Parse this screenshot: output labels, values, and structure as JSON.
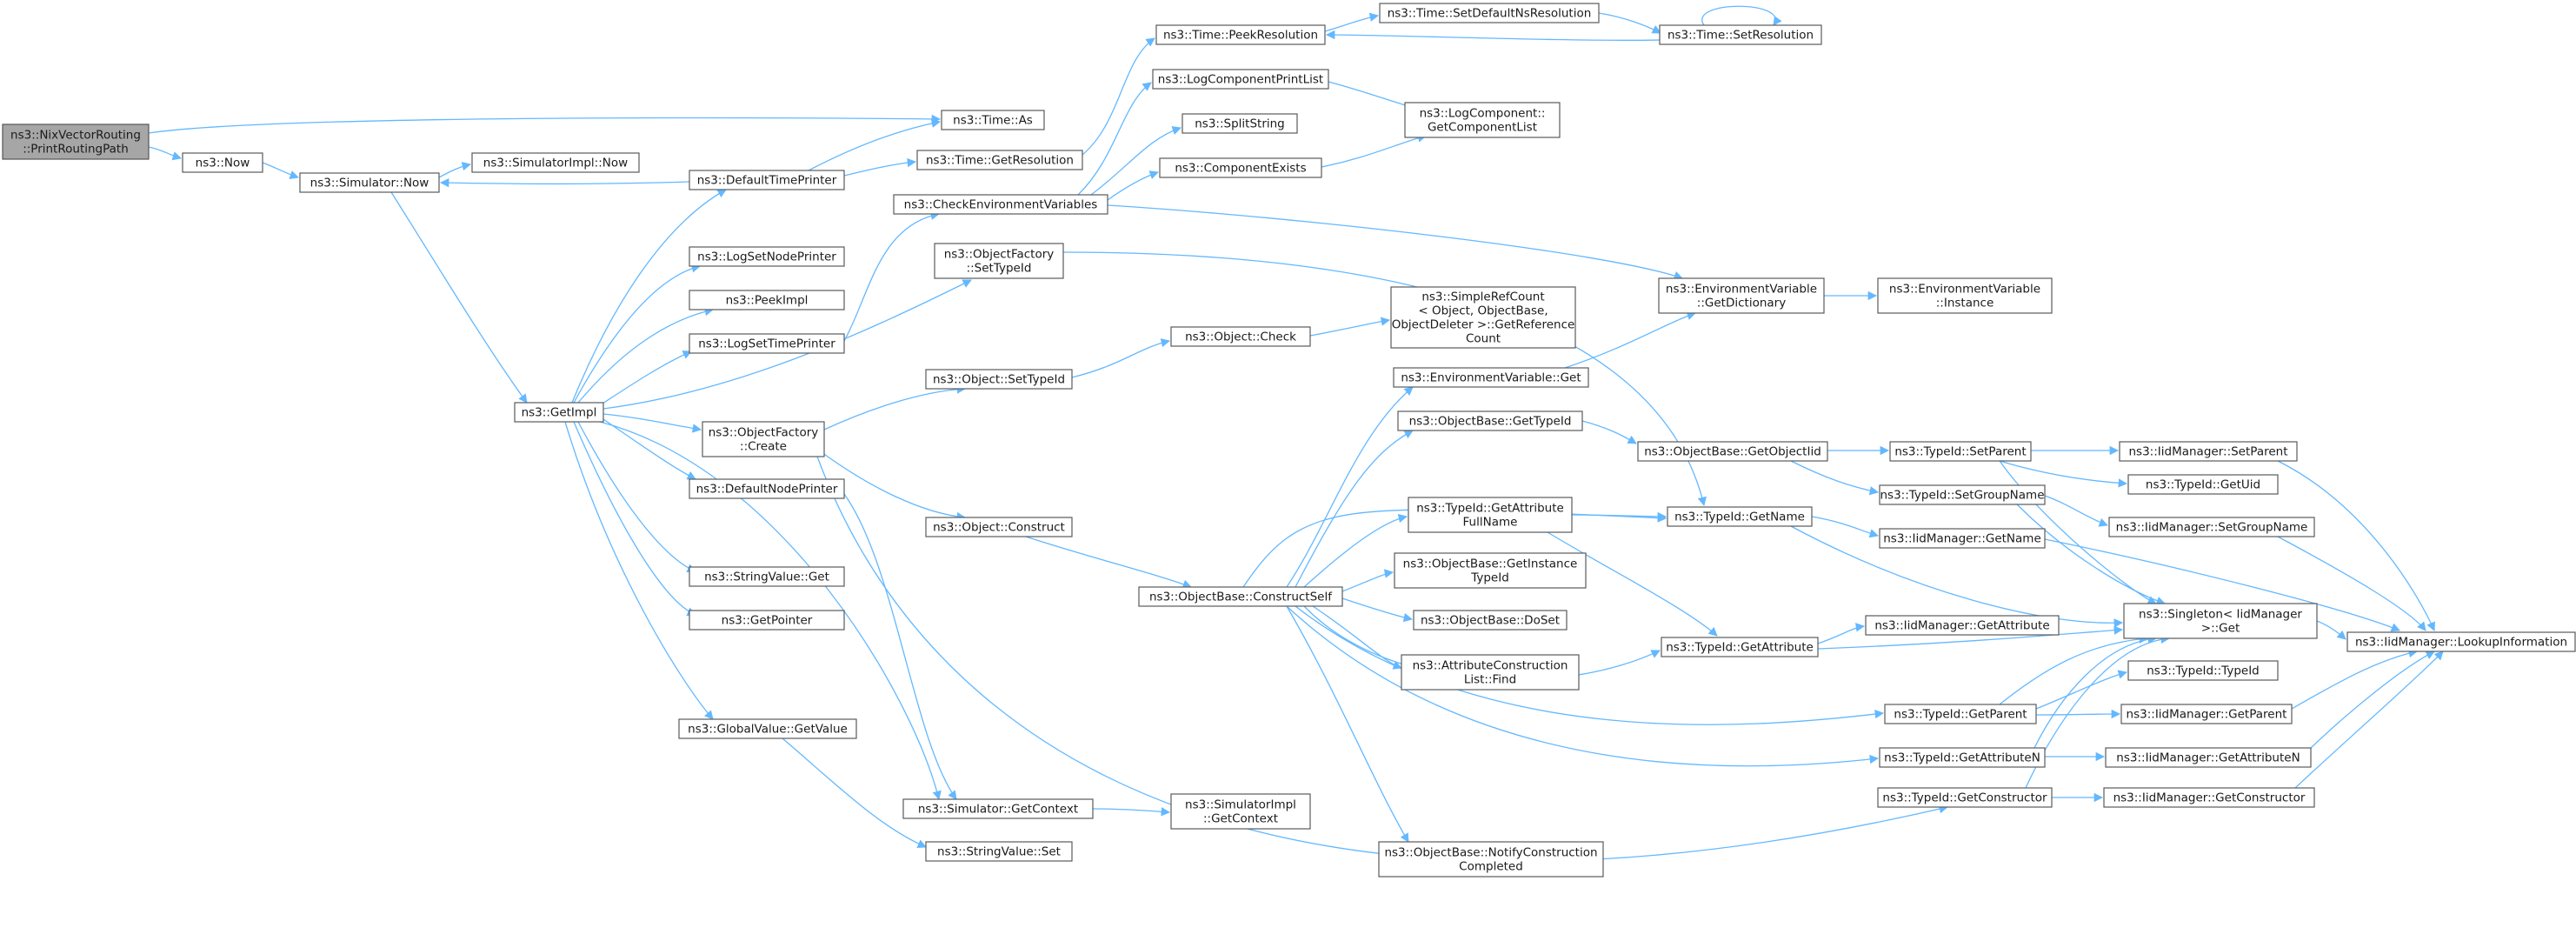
{
  "diagram": {
    "type": "call-graph",
    "colors": {
      "edge": "#63b8ff",
      "root_fill": "#a6a6a6",
      "node_fill": "#ffffff",
      "node_border": "#5a5a5a"
    },
    "nodes": [
      {
        "id": "root",
        "lines": [
          "ns3::NixVectorRouting",
          "::PrintRoutingPath"
        ],
        "root": true
      },
      {
        "id": "now",
        "lines": [
          "ns3::Now"
        ]
      },
      {
        "id": "simnow",
        "lines": [
          "ns3::Simulator::Now"
        ]
      },
      {
        "id": "simimplnow",
        "lines": [
          "ns3::SimulatorImpl::Now"
        ]
      },
      {
        "id": "getimpl",
        "lines": [
          "ns3::GetImpl"
        ]
      },
      {
        "id": "timeas",
        "lines": [
          "ns3::Time::As"
        ]
      },
      {
        "id": "deftimeprinter",
        "lines": [
          "ns3::DefaultTimePrinter"
        ]
      },
      {
        "id": "logsetnodeprinter",
        "lines": [
          "ns3::LogSetNodePrinter"
        ]
      },
      {
        "id": "peekimpl",
        "lines": [
          "ns3::PeekImpl"
        ]
      },
      {
        "id": "logsettimeprinter",
        "lines": [
          "ns3::LogSetTimePrinter"
        ]
      },
      {
        "id": "objfactorycreate",
        "lines": [
          "ns3::ObjectFactory",
          "::Create"
        ]
      },
      {
        "id": "defnodeprinter",
        "lines": [
          "ns3::DefaultNodePrinter"
        ]
      },
      {
        "id": "stringvalueget",
        "lines": [
          "ns3::StringValue::Get"
        ]
      },
      {
        "id": "getpointer",
        "lines": [
          "ns3::GetPointer"
        ]
      },
      {
        "id": "globalvalueget",
        "lines": [
          "ns3::GlobalValue::GetValue"
        ]
      },
      {
        "id": "timegetres",
        "lines": [
          "ns3::Time::GetResolution"
        ]
      },
      {
        "id": "checkenv",
        "lines": [
          "ns3::CheckEnvironmentVariables"
        ]
      },
      {
        "id": "objfactorysettypeid",
        "lines": [
          "ns3::ObjectFactory",
          "::SetTypeId"
        ]
      },
      {
        "id": "objsettypeid",
        "lines": [
          "ns3::Object::SetTypeId"
        ]
      },
      {
        "id": "objconstruct",
        "lines": [
          "ns3::Object::Construct"
        ]
      },
      {
        "id": "simgetcontext",
        "lines": [
          "ns3::Simulator::GetContext"
        ]
      },
      {
        "id": "stringvalueset",
        "lines": [
          "ns3::StringValue::Set"
        ]
      },
      {
        "id": "timepeekres",
        "lines": [
          "ns3::Time::PeekResolution"
        ]
      },
      {
        "id": "logcompprintlist",
        "lines": [
          "ns3::LogComponentPrintList"
        ]
      },
      {
        "id": "splitstring",
        "lines": [
          "ns3::SplitString"
        ]
      },
      {
        "id": "compexists",
        "lines": [
          "ns3::ComponentExists"
        ]
      },
      {
        "id": "objcheck",
        "lines": [
          "ns3::Object::Check"
        ]
      },
      {
        "id": "objbaseconstructself",
        "lines": [
          "ns3::ObjectBase::ConstructSelf"
        ]
      },
      {
        "id": "simimplgetcontext",
        "lines": [
          "ns3::SimulatorImpl",
          "::GetContext"
        ]
      },
      {
        "id": "timesetdefaultns",
        "lines": [
          "ns3::Time::SetDefaultNsResolution"
        ]
      },
      {
        "id": "logcompgetlist",
        "lines": [
          "ns3::LogComponent::",
          "GetComponentList"
        ]
      },
      {
        "id": "simplerefcount",
        "lines": [
          "ns3::SimpleRefCount",
          "< Object, ObjectBase,",
          "ObjectDeleter >::GetReference",
          "Count"
        ]
      },
      {
        "id": "envvarget",
        "lines": [
          "ns3::EnvironmentVariable::Get"
        ]
      },
      {
        "id": "objbasegettypeid",
        "lines": [
          "ns3::ObjectBase::GetTypeId"
        ]
      },
      {
        "id": "typeidgetattrfullname",
        "lines": [
          "ns3::TypeId::GetAttribute",
          "FullName"
        ]
      },
      {
        "id": "objbasegetinstancetypeid",
        "lines": [
          "ns3::ObjectBase::GetInstance",
          "TypeId"
        ]
      },
      {
        "id": "objbasedoset",
        "lines": [
          "ns3::ObjectBase::DoSet"
        ]
      },
      {
        "id": "attrconstructionlistfind",
        "lines": [
          "ns3::AttributeConstruction",
          "List::Find"
        ]
      },
      {
        "id": "objbasenotify",
        "lines": [
          "ns3::ObjectBase::NotifyConstruction",
          "Completed"
        ]
      },
      {
        "id": "timesetres",
        "lines": [
          "ns3::Time::SetResolution"
        ]
      },
      {
        "id": "envvargetdict",
        "lines": [
          "ns3::EnvironmentVariable",
          "::GetDictionary"
        ]
      },
      {
        "id": "objbasegetobjectiid",
        "lines": [
          "ns3::ObjectBase::GetObjectIid"
        ]
      },
      {
        "id": "typeidgetname",
        "lines": [
          "ns3::TypeId::GetName"
        ]
      },
      {
        "id": "typeidgetattribute",
        "lines": [
          "ns3::TypeId::GetAttribute"
        ]
      },
      {
        "id": "envvarinstance",
        "lines": [
          "ns3::EnvironmentVariable",
          "::Instance"
        ]
      },
      {
        "id": "typeidsetparent",
        "lines": [
          "ns3::TypeId::SetParent"
        ]
      },
      {
        "id": "typeidsetgroupname",
        "lines": [
          "ns3::TypeId::SetGroupName"
        ]
      },
      {
        "id": "iidmgrgetname",
        "lines": [
          "ns3::IidManager::GetName"
        ]
      },
      {
        "id": "iidmgrgetattribute",
        "lines": [
          "ns3::IidManager::GetAttribute"
        ]
      },
      {
        "id": "singletonget",
        "lines": [
          "ns3::Singleton< IidManager",
          ">::Get"
        ]
      },
      {
        "id": "typeidgetparent",
        "lines": [
          "ns3::TypeId::GetParent"
        ]
      },
      {
        "id": "typeidgetattributen",
        "lines": [
          "ns3::TypeId::GetAttributeN"
        ]
      },
      {
        "id": "typeidgetconstructor",
        "lines": [
          "ns3::TypeId::GetConstructor"
        ]
      },
      {
        "id": "iidmgrsetparent",
        "lines": [
          "ns3::IidManager::SetParent"
        ]
      },
      {
        "id": "typeidgetuid",
        "lines": [
          "ns3::TypeId::GetUid"
        ]
      },
      {
        "id": "iidmgrsetgroupname",
        "lines": [
          "ns3::IidManager::SetGroupName"
        ]
      },
      {
        "id": "typeidtypeid",
        "lines": [
          "ns3::TypeId::TypeId"
        ]
      },
      {
        "id": "iidmgrgetparent",
        "lines": [
          "ns3::IidManager::GetParent"
        ]
      },
      {
        "id": "iidmgrgetattributen",
        "lines": [
          "ns3::IidManager::GetAttributeN"
        ]
      },
      {
        "id": "iidmgrgetconstructor",
        "lines": [
          "ns3::IidManager::GetConstructor"
        ]
      },
      {
        "id": "iidmgrlookup",
        "lines": [
          "ns3::IidManager::LookupInformation"
        ]
      }
    ]
  }
}
